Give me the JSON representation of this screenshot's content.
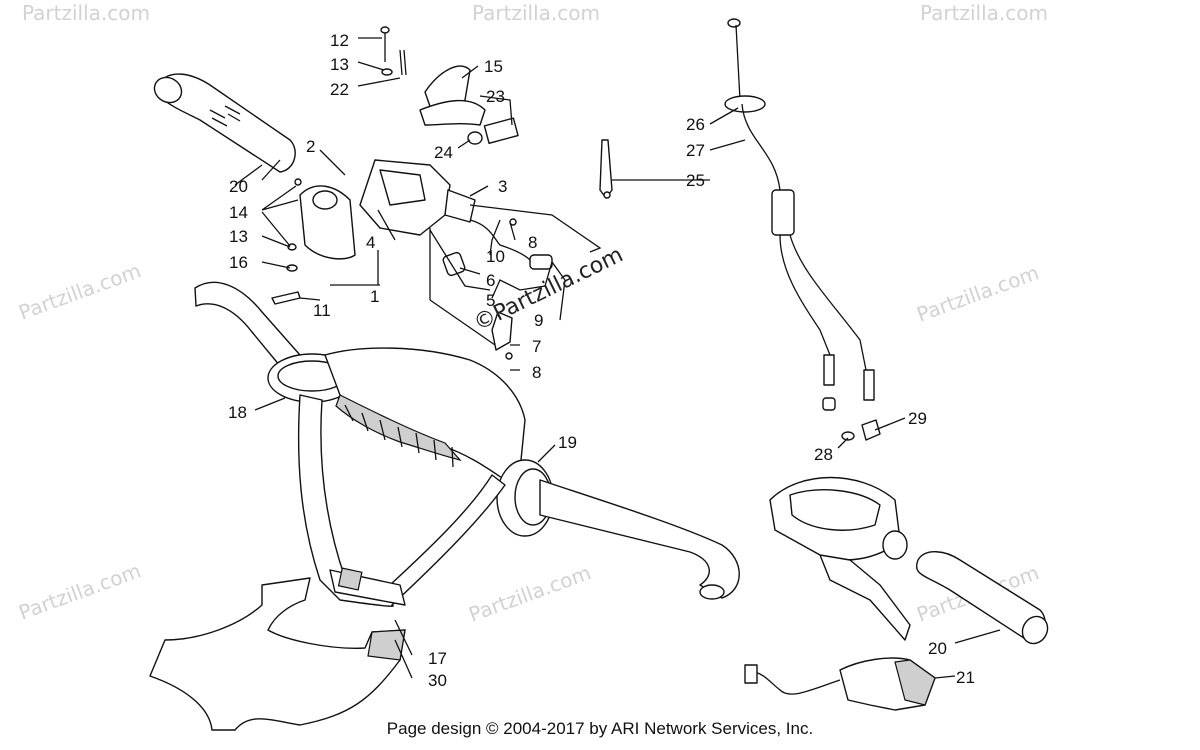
{
  "watermark": {
    "brand": "Partzilla.com",
    "copyright_symbol": "©"
  },
  "callouts": {
    "c1": "1",
    "c2": "2",
    "c3": "3",
    "c4": "4",
    "c5": "5",
    "c6": "6",
    "c7": "7",
    "c8a": "8",
    "c8b": "8",
    "c9": "9",
    "c10": "10",
    "c11": "11",
    "c12": "12",
    "c13a": "13",
    "c13b": "13",
    "c14": "14",
    "c15": "15",
    "c16": "16",
    "c17": "17",
    "c18": "18",
    "c19": "19",
    "c20a": "20",
    "c20b": "20",
    "c21": "21",
    "c22": "22",
    "c23": "23",
    "c24": "24",
    "c25": "25",
    "c26": "26",
    "c27": "27",
    "c28": "28",
    "c29": "29",
    "c30": "30"
  },
  "footer": {
    "text": "Page design © 2004-2017 by ARI Network Services, Inc."
  }
}
